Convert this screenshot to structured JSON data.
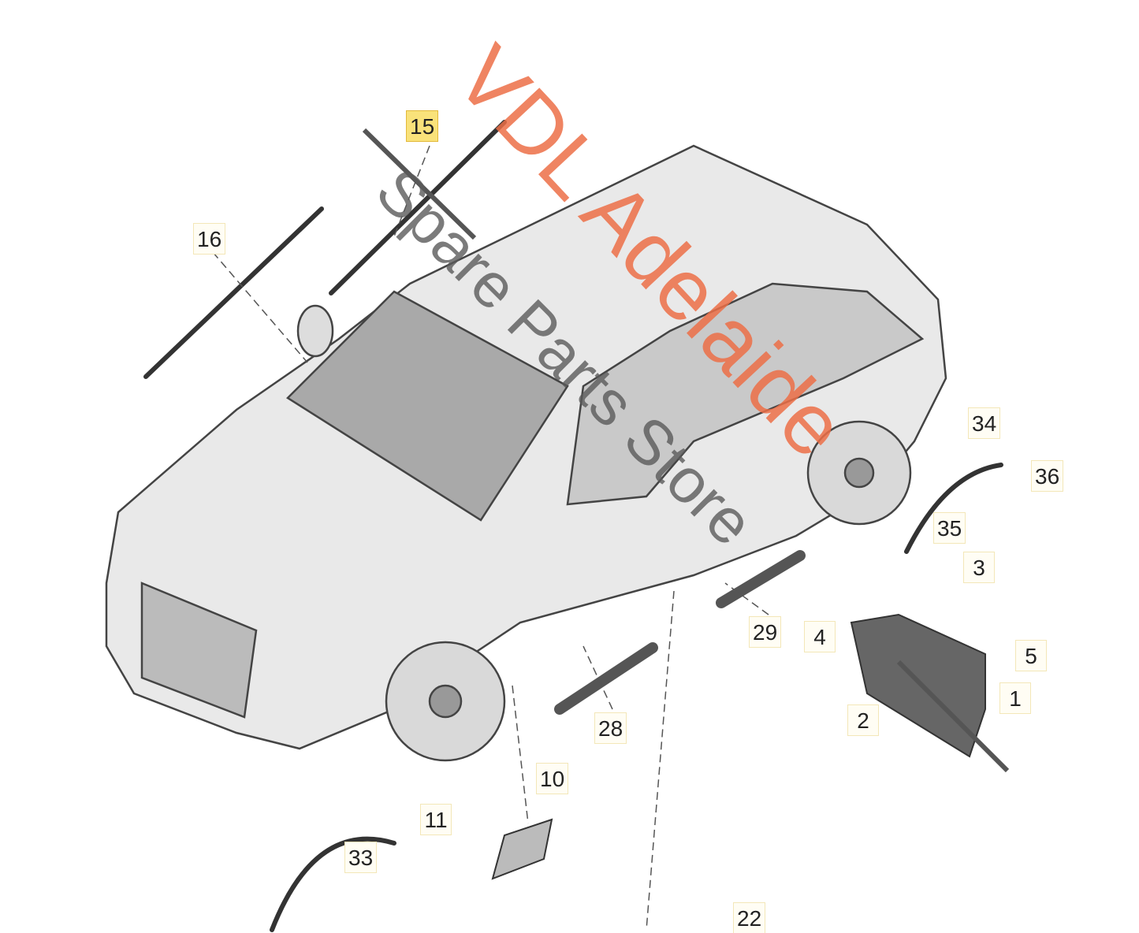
{
  "diagram": {
    "title_highlighted_part": "15",
    "callouts": [
      "15",
      "16",
      "34",
      "36",
      "35",
      "3",
      "5",
      "4",
      "29",
      "1",
      "2",
      "28",
      "10",
      "11",
      "33",
      "22"
    ],
    "watermark": {
      "brand": "VDL Adelaide",
      "subtitle": "Spare Parts Store"
    },
    "colors": {
      "highlight": "#f9e27a",
      "watermark_brand": "#ec6e46",
      "watermark_sub": "#5a5a5a"
    }
  }
}
